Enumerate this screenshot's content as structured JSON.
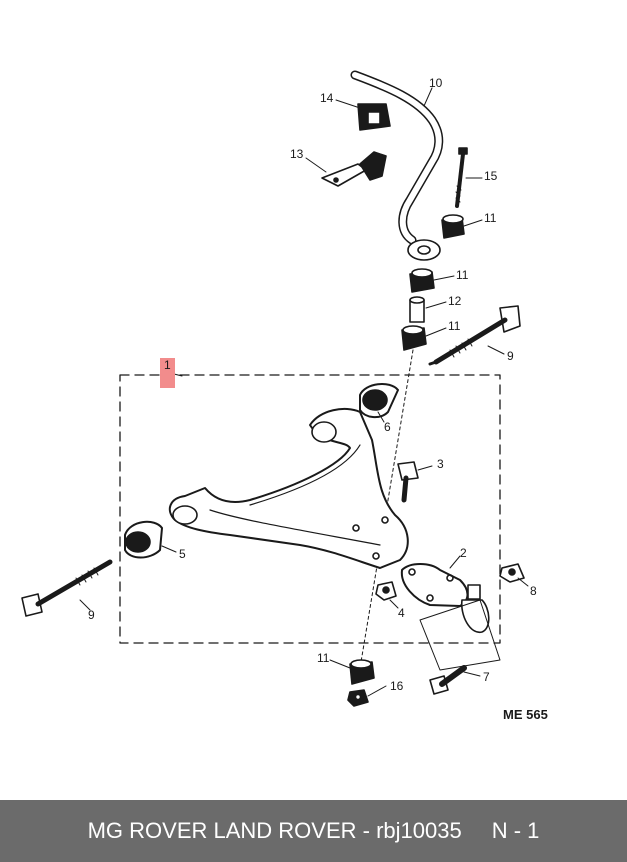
{
  "callouts": {
    "c1": "1",
    "c2": "2",
    "c3": "3",
    "c4": "4",
    "c5": "5",
    "c6": "6",
    "c7": "7",
    "c8": "8",
    "c9a": "9",
    "c9b": "9",
    "c10": "10",
    "c11a": "11",
    "c11b": "11",
    "c11c": "11",
    "c11d": "11",
    "c12": "12",
    "c13": "13",
    "c14": "14",
    "c15": "15",
    "c16": "16"
  },
  "diagram_ref": "ME 565",
  "footer": {
    "title": "MG ROVER LAND ROVER - rbj10035",
    "page": "N - 1"
  },
  "colors": {
    "highlight": "#f28c8c",
    "footer_bg": "#6b6b6b",
    "line": "#1a1a1a"
  }
}
